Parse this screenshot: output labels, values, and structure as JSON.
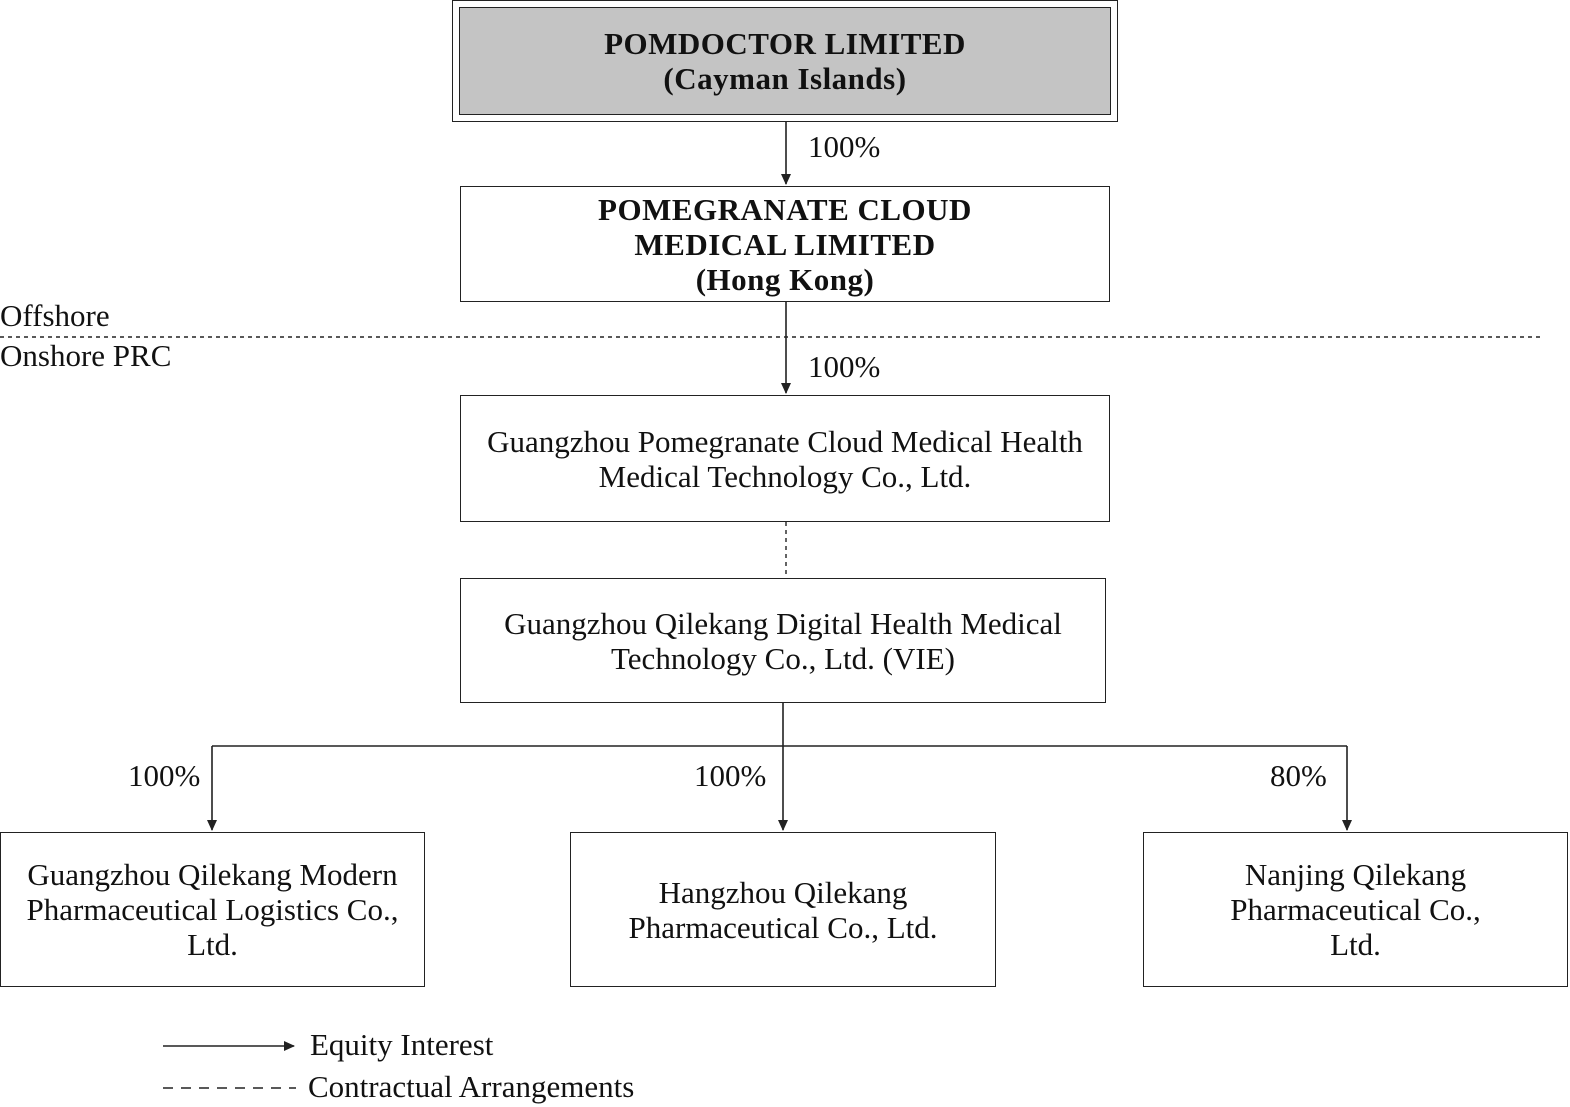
{
  "entities": {
    "parent": {
      "line1": "POMDOCTOR LIMITED",
      "line2": "(Cayman Islands)"
    },
    "hk": {
      "line1": "POMEGRANATE CLOUD",
      "line2": "MEDICAL LIMITED",
      "line3": "(Hong Kong)"
    },
    "wfoe": {
      "line1": "Guangzhou Pomegranate Cloud Medical Health",
      "line2": "Medical Technology Co., Ltd."
    },
    "vie": {
      "line1": "Guangzhou Qilekang Digital Health Medical",
      "line2": "Technology Co., Ltd. (VIE)"
    },
    "sub_logistics": {
      "line1": "Guangzhou Qilekang Modern",
      "line2": "Pharmaceutical Logistics Co.,",
      "line3": "Ltd."
    },
    "sub_hangzhou": {
      "line1": "Hangzhou Qilekang",
      "line2": "Pharmaceutical Co., Ltd."
    },
    "sub_nanjing": {
      "line1": "Nanjing Qilekang",
      "line2": "Pharmaceutical Co.,",
      "line3": "Ltd."
    }
  },
  "ownership": {
    "parent_to_hk": "100%",
    "hk_to_wfoe": "100%",
    "vie_to_logistics": "100%",
    "vie_to_hangzhou": "100%",
    "vie_to_nanjing": "80%"
  },
  "regions": {
    "offshore": "Offshore",
    "onshore": "Onshore PRC"
  },
  "legend": {
    "equity": "Equity Interest",
    "contractual": "Contractual Arrangements"
  },
  "colors": {
    "parent_fill": "#c4c4c4",
    "line": "#222222"
  }
}
